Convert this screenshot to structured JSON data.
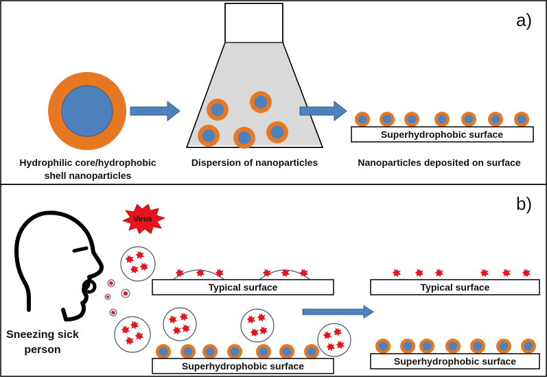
{
  "panels": {
    "a": {
      "letter": "a)",
      "caption_core_shell_line1": "Hydrophilic core/hydrophobic",
      "caption_core_shell_line2": "shell nanoparticles",
      "caption_dispersion": "Dispersion of nanoparticles",
      "caption_deposited": "Nanoparticles deposited on surface",
      "surface_label": "Superhydrophobic surface"
    },
    "b": {
      "letter": "b)",
      "virus_label": "Virus",
      "person_line1": "Sneezing  sick",
      "person_line2": "person",
      "typical_surface_left": "Typical surface",
      "typical_surface_right": "Typical surface",
      "sh_surface_left": "Superhydrophobic surface",
      "sh_surface_right": "Superhydrophobic surface"
    }
  },
  "colors": {
    "shell": "#E87722",
    "core": "#4F81BD",
    "arrow": "#4F81BD",
    "virus": "#E8141C",
    "frame": "#000000",
    "droplet_stroke": "#44546A"
  }
}
